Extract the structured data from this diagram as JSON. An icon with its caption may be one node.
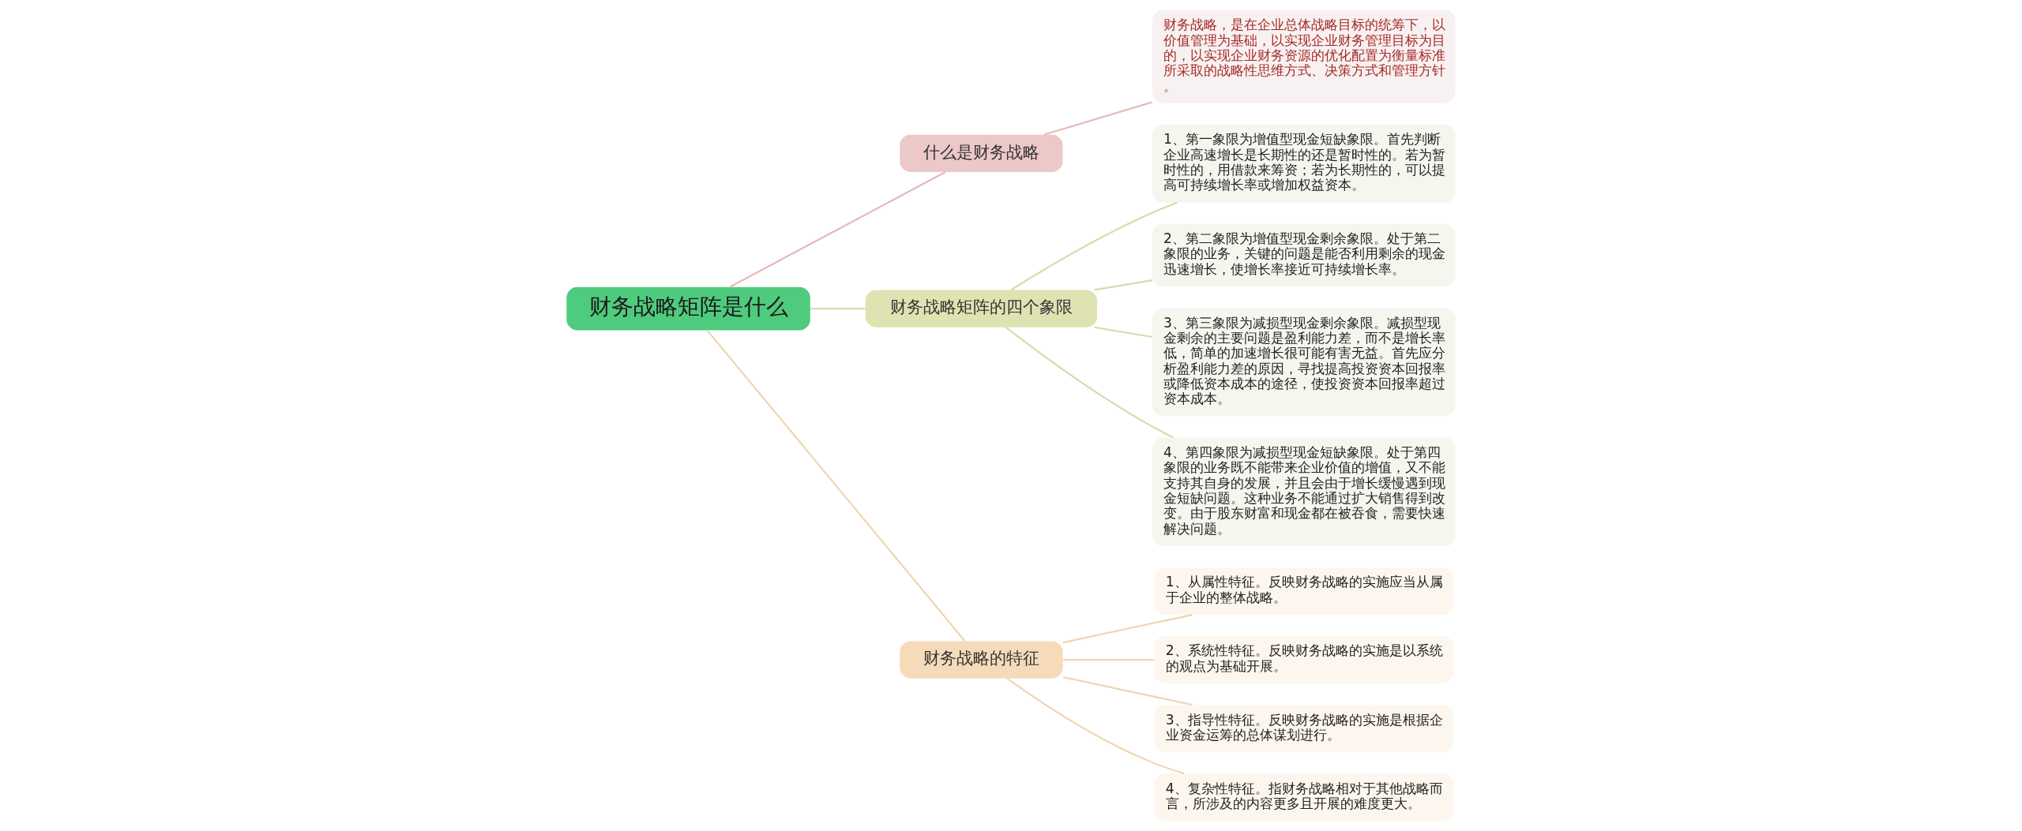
{
  "diagram": {
    "nodes": [
      {
        "text": [
          "财务战略矩阵是什么"
        ]
      },
      {
        "text": [
          "什么是财务战略"
        ]
      },
      {
        "text": [
          "财务战略，是在企业总体战略目标的统筹下，以价值管理为基础，以实现企业财务管理目标为目的，以实现企业财务资源的优化配置为衡量标准所采取的战略性思维方式、决策方式和管理方针。"
        ]
      },
      {
        "text": [
          "财务战略矩阵的四个象限"
        ]
      },
      {
        "text": [
          "1、第一象限为增值型现金短缺象限。首先判断企业高速增长是长期性的还是暂时性的。若为暂时性的，用借款来筹资；若为长期性的，可以提高可持续增长率或增加权益资本。"
        ]
      },
      {
        "text": [
          "2、第二象限为增值型现金剩余象限。处于第二象限的业务，关键的问题是能否利用剩余的现金迅速增长，使增长率接近可持续增长率。"
        ]
      },
      {
        "text": [
          "3、第三象限为减损型现金剩余象限。减损型现金剩余的主要问题是盈利能力差，而不是增长率低，简单的加速增长很可能有害无益。首先应分析盈利能力差的原因，寻找提高投资资本回报率或降低资本成本的途径，使投资资本回报率超过资本成本。"
        ]
      },
      {
        "text": [
          "4、第四象限为减损型现金短缺象限。处于第四象限的业务既不能带来企业价值的增值，又不能支持其自身的发展，并且会由于增长缓慢遇到现金短缺问题。这种业务不能通过扩大销售得到改变。由于股东财富和现金都在被吞食，需要快速解决问题。"
        ]
      },
      {
        "text": [
          "财务战略的特征"
        ]
      },
      {
        "text": [
          "1、从属性特征。反映财务战略的实施应当从属于企业的整体战略。"
        ]
      },
      {
        "text": [
          "2、系统性特征。反映财务战略的实施是以系统的观点为基础开展。"
        ]
      },
      {
        "text": [
          "3、指导性特征。反映财务战略的实施是根据企业资金运筹的总体谋划进行。"
        ]
      },
      {
        "text": [
          "4、复杂性特征。指财务战略相对于其他战略而言，所涉及的内容更多且开展的难度更大。"
        ]
      }
    ],
    "edges": [
      {
        "from": 0,
        "to": 1,
        "arrow": "none",
        "color": "#e8b8b8"
      },
      {
        "from": 1,
        "to": 2,
        "arrow": "none",
        "color": "#e8b8b8"
      },
      {
        "from": 0,
        "to": 3,
        "arrow": "none",
        "color": "#d5dcaa"
      },
      {
        "from": 3,
        "to": 4,
        "arrow": "none",
        "color": "#d5dcaa"
      },
      {
        "from": 3,
        "to": 5,
        "arrow": "none",
        "color": "#d5dcaa"
      },
      {
        "from": 3,
        "to": 6,
        "arrow": "none",
        "color": "#d5dcaa"
      },
      {
        "from": 3,
        "to": 7,
        "arrow": "none",
        "color": "#d5dcaa"
      },
      {
        "from": 0,
        "to": 8,
        "arrow": "none",
        "color": "#f0d4b0"
      },
      {
        "from": 8,
        "to": 9,
        "arrow": "none",
        "color": "#f0d4b0"
      },
      {
        "from": 8,
        "to": 10,
        "arrow": "none",
        "color": "#f0d4b0"
      },
      {
        "from": 8,
        "to": 11,
        "arrow": "none",
        "color": "#f0d4b0"
      },
      {
        "from": 8,
        "to": 12,
        "arrow": "none",
        "color": "#f0d4b0"
      }
    ]
  }
}
